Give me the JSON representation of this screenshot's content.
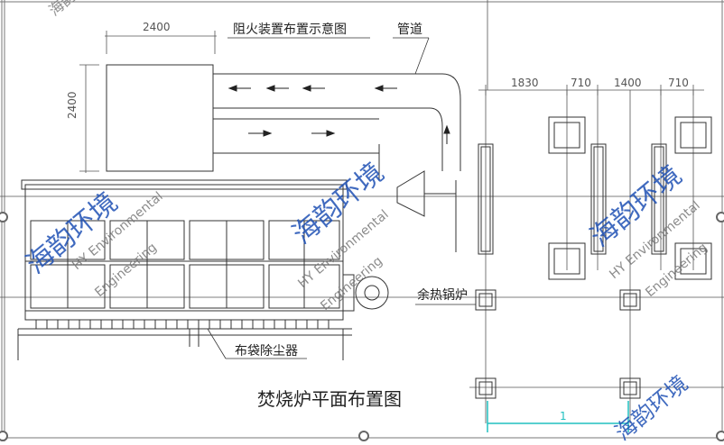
{
  "labels": {
    "flame_arrester_diagram": "阻火装置布置示意图",
    "pipeline": "管道",
    "waste_heat_boiler": "余热锅炉",
    "bag_filter": "布袋除尘器",
    "drawing_title": "焚烧炉平面布置图"
  },
  "dimensions": {
    "box_width": "2400",
    "box_height": "2400",
    "grid_1": "1830",
    "grid_2": "710",
    "grid_3": "1400",
    "grid_4": "710",
    "bottom": "1"
  },
  "watermark": {
    "chinese": "海韵环境",
    "english_line1": "HY Environmental",
    "english_line2": "Engineering"
  },
  "colors": {
    "line": "#333333",
    "dim": "#555555",
    "watermark": "#1e50b4",
    "accent_cyan": "#20c0c0"
  }
}
